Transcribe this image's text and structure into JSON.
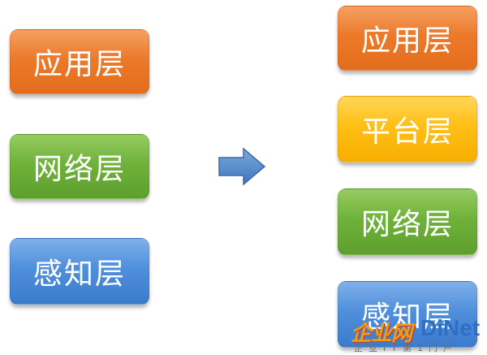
{
  "left_stack": {
    "application": "应用层",
    "network": "网络层",
    "perception": "感知层"
  },
  "right_stack": {
    "application": "应用层",
    "platform": "平台层",
    "network": "网络层",
    "perception": "感知层"
  },
  "arrow": {
    "icon": "right-arrow-icon",
    "color": "#4f86c6"
  },
  "watermark": {
    "logo_cn": "企业网",
    "logo_en": "DiNet",
    "tagline": "企业IT第1门户"
  },
  "colors": {
    "orange": "#ec7a2a",
    "green": "#6fb23a",
    "blue": "#4f8fdb",
    "yellow": "#ffbf14"
  }
}
